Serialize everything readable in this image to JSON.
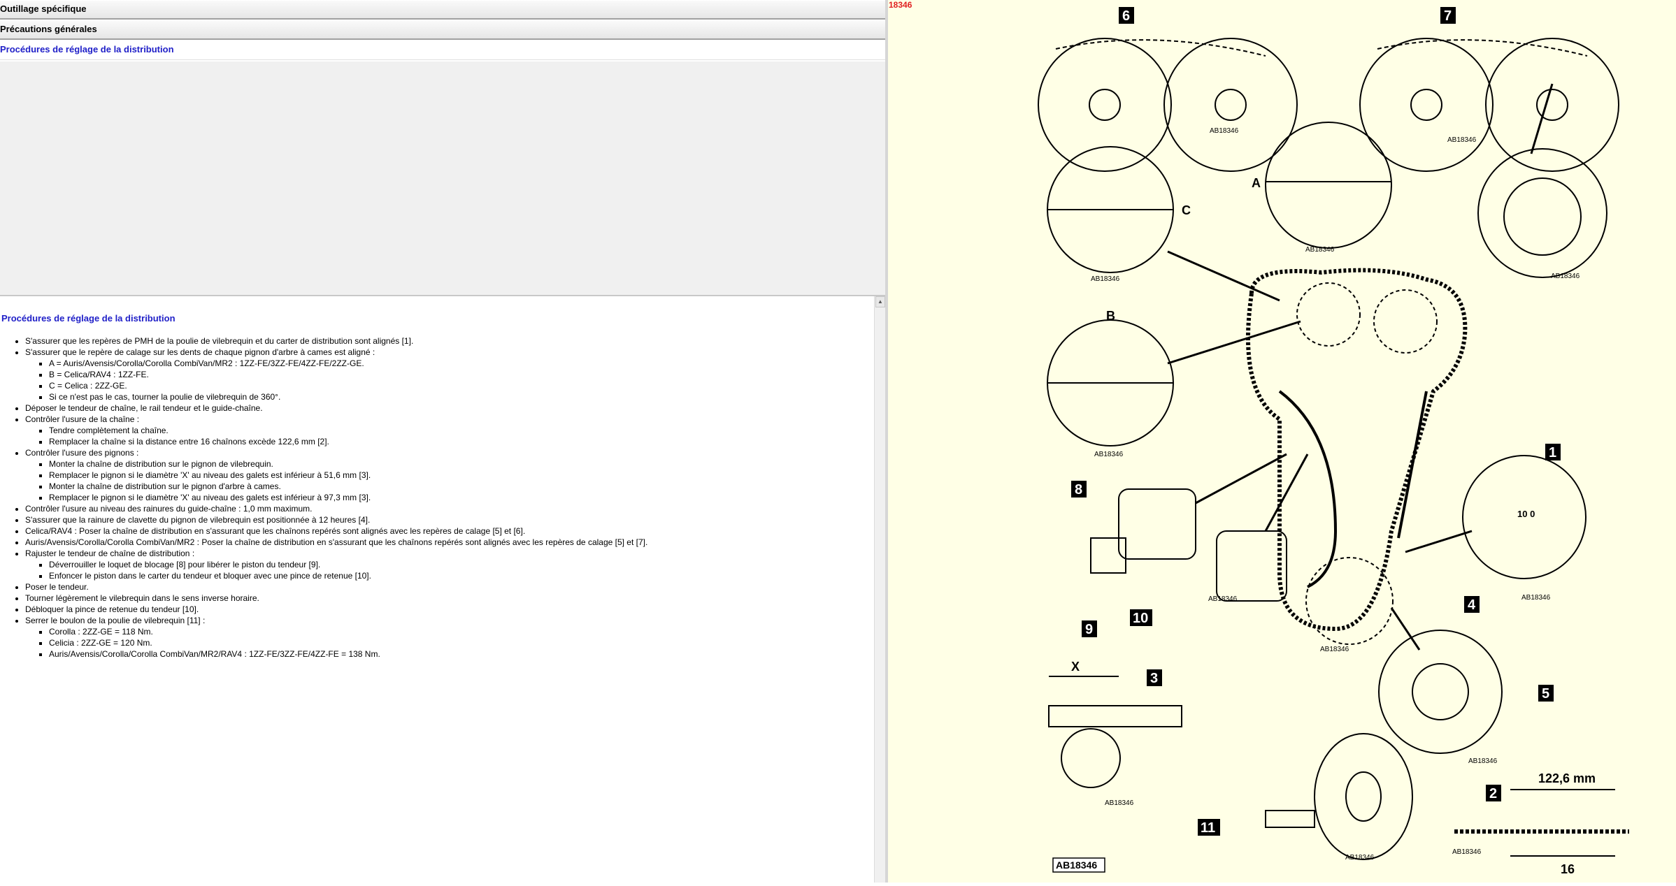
{
  "accordion": {
    "outillage": "Outillage spécifique",
    "precautions": "Précautions générales",
    "procedures": "Procédures de réglage de la distribution"
  },
  "content": {
    "title": "Procédures de réglage de la distribution",
    "items": [
      "S'assurer que les repères de PMH de la poulie de vilebrequin et du carter de distribution sont alignés [1].",
      "S'assurer que le repère de calage sur les dents de chaque pignon d'arbre à cames est aligné :",
      "Déposer le tendeur de chaîne, le rail tendeur et le guide-chaîne.",
      "Contrôler l'usure de la chaîne :",
      "Contrôler l'usure des pignons :",
      "Contrôler l'usure au niveau des rainures du guide-chaîne : 1,0 mm maximum.",
      "S'assurer que la rainure de clavette du pignon de vilebrequin est positionnée à 12 heures [4].",
      "Celica/RAV4 : Poser la chaîne de distribution en s'assurant que les chaînons repérés sont alignés avec les repères de calage [5] et [6].",
      "Auris/Avensis/Corolla/Corolla CombiVan/MR2 : Poser la chaîne de distribution en s'assurant que les chaînons repérés sont alignés avec les repères de calage [5] et [7].",
      "Rajuster le tendeur de chaîne de distribution :",
      "Poser le tendeur.",
      "Tourner légèrement le vilebrequin dans le sens inverse horaire.",
      "Débloquer la pince de retenue du tendeur [10].",
      "Serrer le boulon de la poulie de vilebrequin [11] :"
    ],
    "sub1": [
      "A = Auris/Avensis/Corolla/Corolla CombiVan/MR2 : 1ZZ-FE/3ZZ-FE/4ZZ-FE/2ZZ-GE.",
      "B = Celica/RAV4 : 1ZZ-FE.",
      "C = Celica : 2ZZ-GE.",
      "Si ce n'est pas le cas, tourner la poulie de vilebrequin de 360°."
    ],
    "sub3": [
      "Tendre complètement la chaîne.",
      "Remplacer la chaîne si la distance entre 16 chaînons excède 122,6 mm [2]."
    ],
    "sub4": [
      "Monter la chaîne de distribution sur le pignon de vilebrequin.",
      "Remplacer le pignon si le diamètre 'X' au niveau des galets est inférieur à 51,6 mm [3].",
      "Monter la chaîne de distribution sur le pignon d'arbre à cames.",
      "Remplacer le pignon si le diamètre 'X' au niveau des galets est inférieur à 97,3 mm [3]."
    ],
    "sub9": [
      "Déverrouiller le loquet de blocage [8] pour libérer le piston du tendeur [9].",
      "Enfoncer le piston dans le carter du tendeur et bloquer avec une pince de retenue [10]."
    ],
    "sub13": [
      "Corolla : 2ZZ-GE = 118 Nm.",
      "Celicia : 2ZZ-GE = 120 Nm.",
      "Auris/Avensis/Corolla/Corolla CombiVan/MR2/RAV4 : 1ZZ-FE/3ZZ-FE/4ZZ-FE = 138 Nm."
    ]
  },
  "figure": {
    "id": "18346",
    "ref": "AB18346",
    "labels": [
      "1",
      "2",
      "3",
      "4",
      "5",
      "6",
      "7",
      "8",
      "9",
      "10",
      "11"
    ],
    "letters": [
      "A",
      "B",
      "C"
    ],
    "x_label": "X",
    "dim_mm": "122,6 mm",
    "dim_links": "16",
    "dial": "10 0",
    "colors": {
      "panel_bg": "#ffffe6",
      "link_blue": "#2020c8",
      "fig_id_red": "#e02020"
    }
  }
}
